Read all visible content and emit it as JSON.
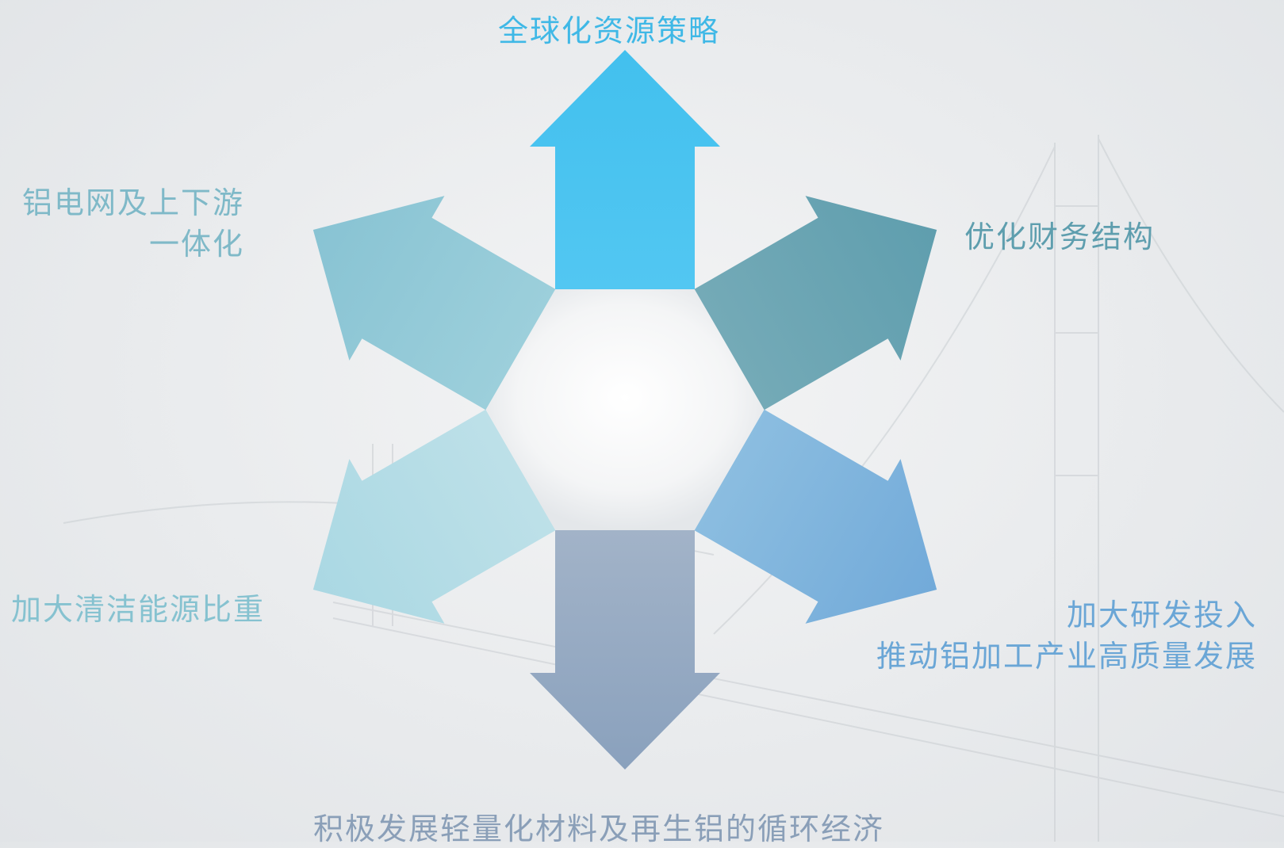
{
  "center": {
    "label": ""
  },
  "arrows": [
    {
      "id": "top",
      "direction": "up",
      "color": "#42c0ee",
      "color2": "#52c7f2",
      "text_color": "#3fb8e6",
      "lines": [
        "全球化资源策略"
      ]
    },
    {
      "id": "upper-right",
      "direction": "up-right",
      "color": "#5f9eae",
      "color2": "#74aab7",
      "text_color": "#5e9eae",
      "lines": [
        "优化财务结构"
      ]
    },
    {
      "id": "lower-right",
      "direction": "down-right",
      "color": "#72aad9",
      "color2": "#8bbde0",
      "text_color": "#6aa6d6",
      "lines": [
        "加大研发投入",
        "推动铝加工产业高质量发展"
      ]
    },
    {
      "id": "bottom",
      "direction": "down",
      "color": "#8aa1bd",
      "color2": "#a2b3c8",
      "text_color": "#8a9fb8",
      "lines": [
        "积极发展轻量化材料及再生铝的循环经济"
      ]
    },
    {
      "id": "lower-left",
      "direction": "down-left",
      "color": "#aad8e3",
      "color2": "#bde0e8",
      "text_color": "#86c2d0",
      "lines": [
        "加大清洁能源比重"
      ]
    },
    {
      "id": "upper-left",
      "direction": "up-left",
      "color": "#88c3d3",
      "color2": "#9ccfdb",
      "text_color": "#7fb9c8",
      "lines": [
        "铝电网及上下游",
        "一体化"
      ]
    }
  ]
}
